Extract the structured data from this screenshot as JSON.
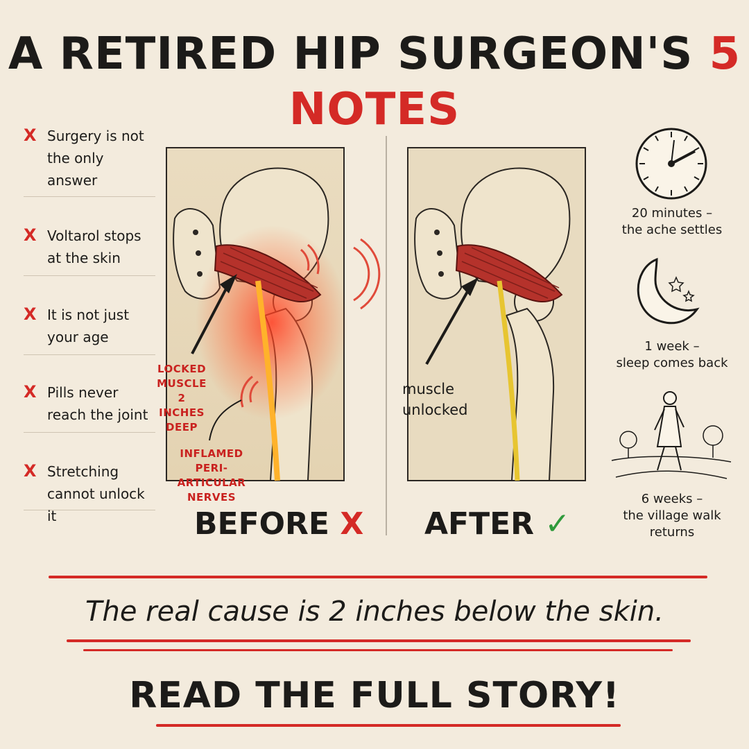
{
  "title": {
    "main": "A RETIRED HIP SURGEON'S",
    "accent": "5 NOTES"
  },
  "notes": [
    {
      "mark": "X",
      "text": "Surgery is not the only answer"
    },
    {
      "mark": "X",
      "text": "Voltarol stops at the skin"
    },
    {
      "mark": "X",
      "text": "It is not just your age"
    },
    {
      "mark": "X",
      "text": "Pills never reach the joint"
    },
    {
      "mark": "X",
      "text": "Stretching cannot unlock it"
    }
  ],
  "before": {
    "label": "BEFORE",
    "mark": "X",
    "muscle_note": [
      "LOCKED",
      "MUSCLE",
      "2 INCHES",
      "DEEP"
    ],
    "nerve_note": [
      "INFLAMED",
      "PERI- ARTICULAR",
      "NERVES"
    ]
  },
  "after": {
    "label": "AFTER",
    "mark": "✓",
    "muscle_note": [
      "muscle",
      "unlocked"
    ]
  },
  "timeline": [
    {
      "icon": "clock-icon",
      "lines": [
        "20 minutes –",
        "the ache settles"
      ]
    },
    {
      "icon": "moon-icon",
      "lines": [
        "1 week –",
        "sleep comes back"
      ]
    },
    {
      "icon": "walking-woman-icon",
      "lines": [
        "6 weeks –",
        "the village walk",
        "returns"
      ]
    }
  ],
  "tagline": "The real cause is 2 inches below the skin.",
  "cta": "READ THE FULL STORY!",
  "colors": {
    "accent_red": "#d42a26",
    "check_green": "#2f9a3b",
    "background": "#f3ebdd"
  }
}
